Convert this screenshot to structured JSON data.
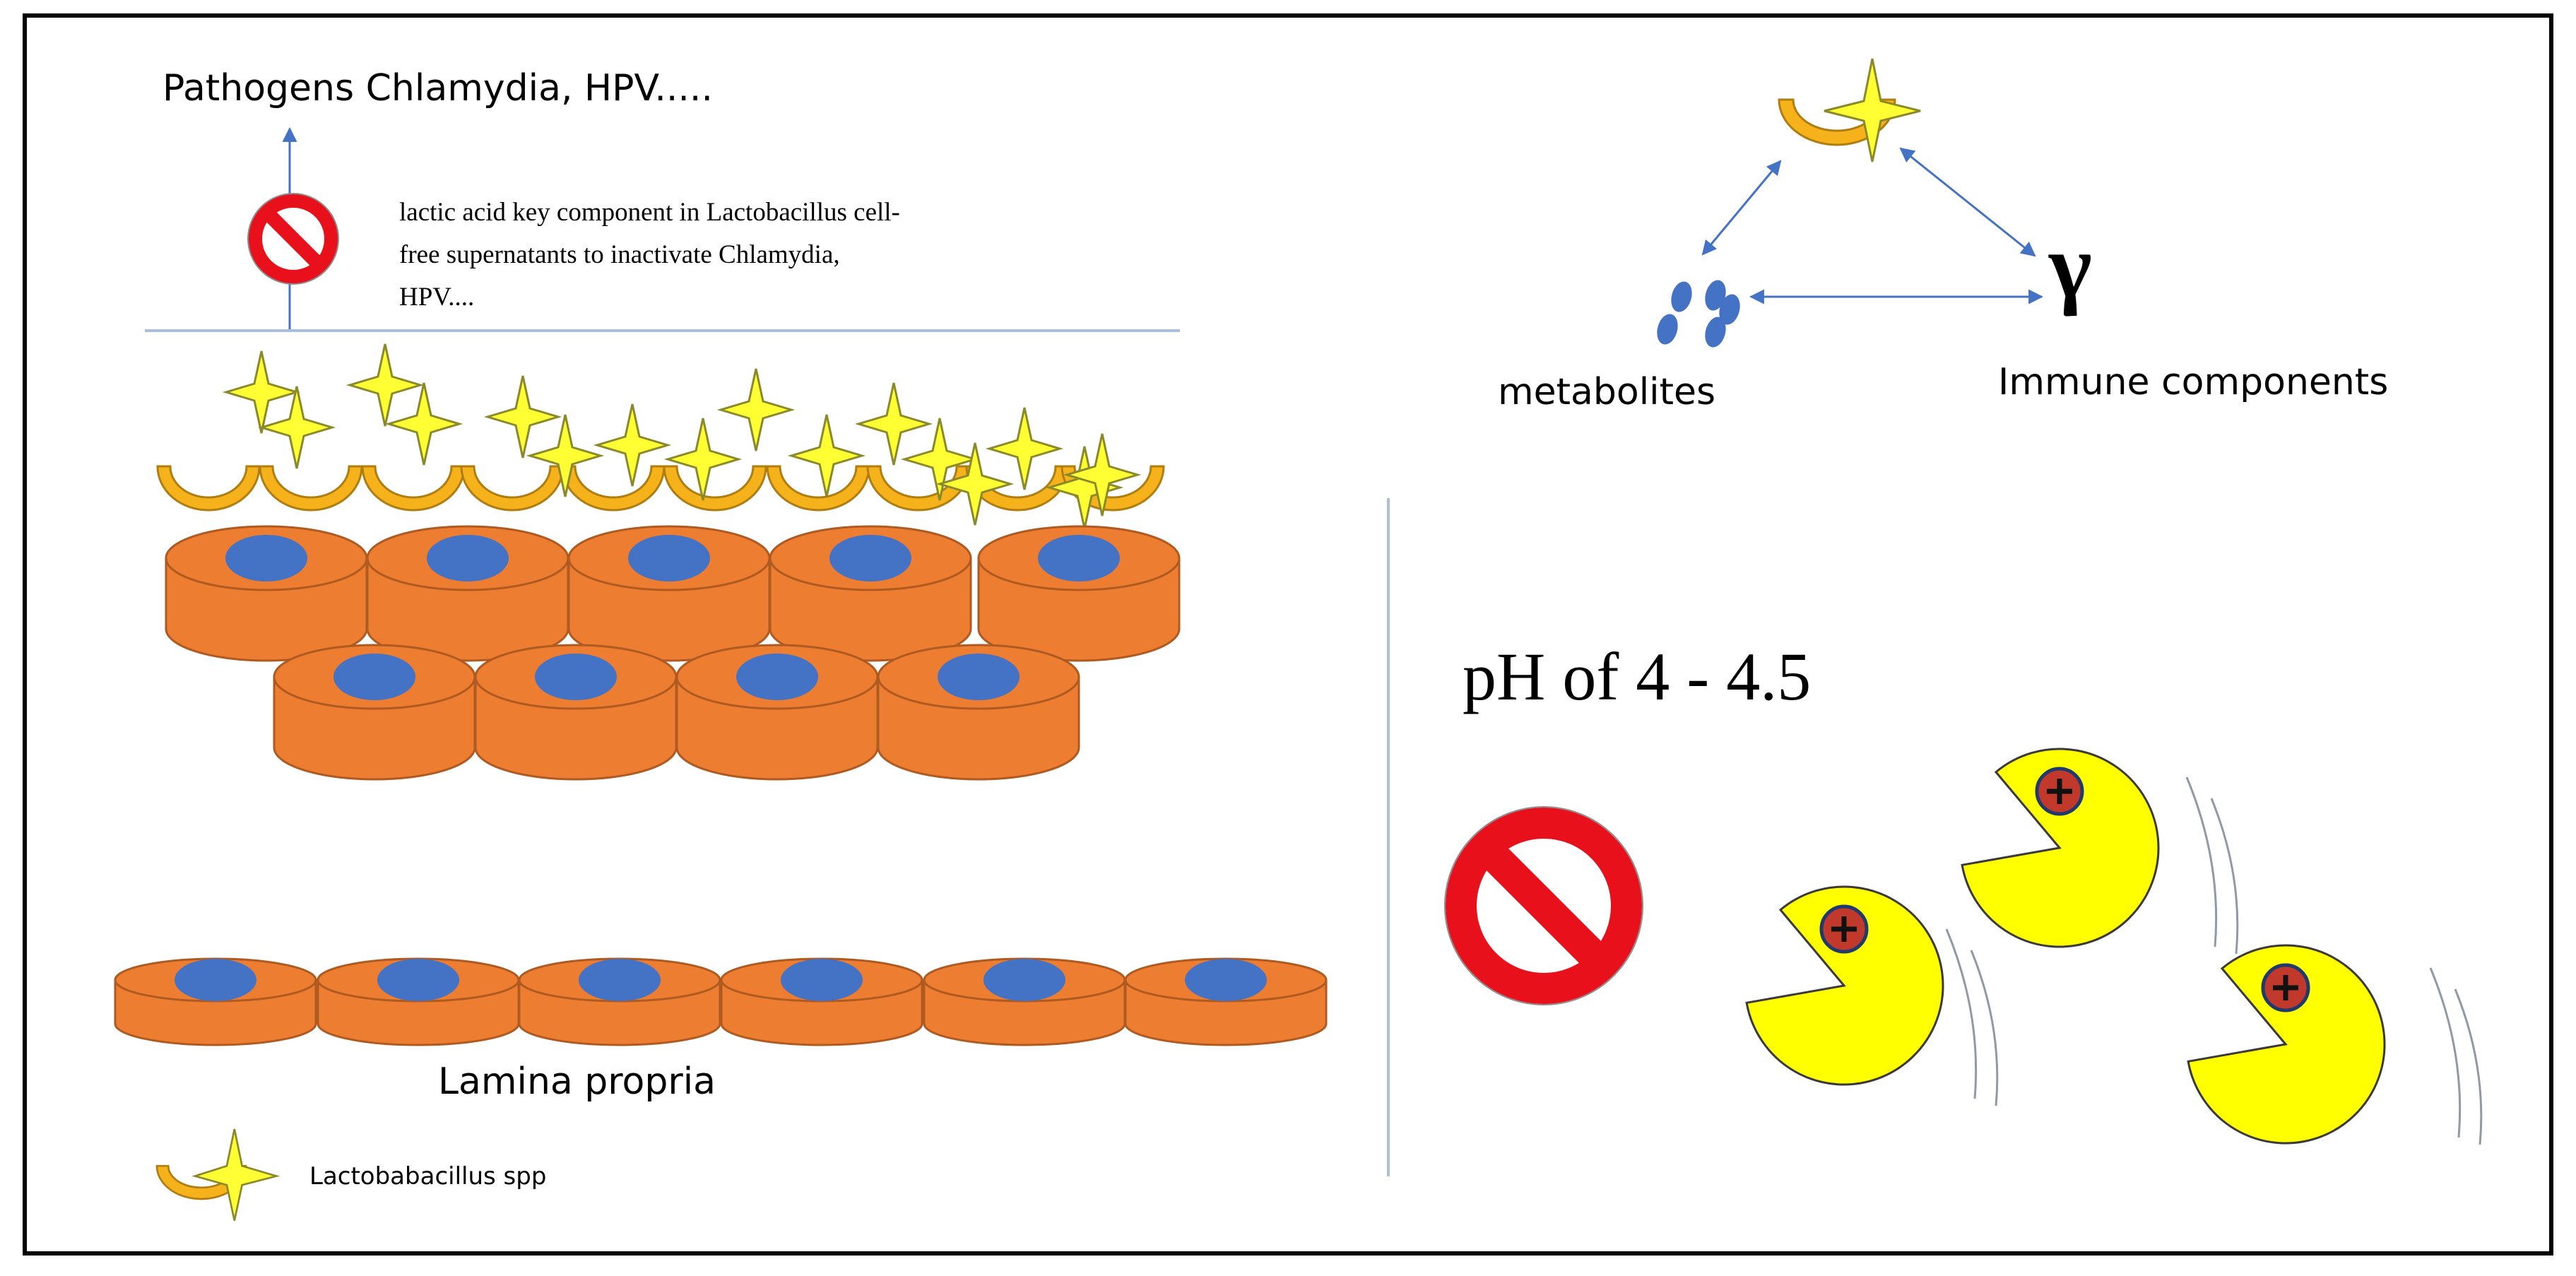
{
  "left_panel": {
    "pathogens_label": "Pathogens Chlamydia, HPV.....",
    "lactic_acid_lines": [
      "lactic acid key component in Lactobacillus cell-",
      "free supernatants to inactivate Chlamydia,",
      "HPV...."
    ],
    "lamina_label": "Lamina propria",
    "legend_label": "Lactobabacillus spp"
  },
  "right_top": {
    "gamma_symbol": "γ",
    "metabolites_label": "metabolites",
    "immune_label": "Immune components"
  },
  "right_bottom": {
    "ph_label": "pH of 4 - 4.5"
  },
  "colors": {
    "cell_fill": "#ed7d31",
    "cell_stroke": "#ae5a21",
    "nucleus": "#4472c4",
    "lacto_crescent": "#f5b21b",
    "lacto_star": "#ffff33",
    "arrow": "#4472c4",
    "no_symbol": "#e8111b",
    "pacman": "#ffff00",
    "divider": "#aabfdb"
  }
}
